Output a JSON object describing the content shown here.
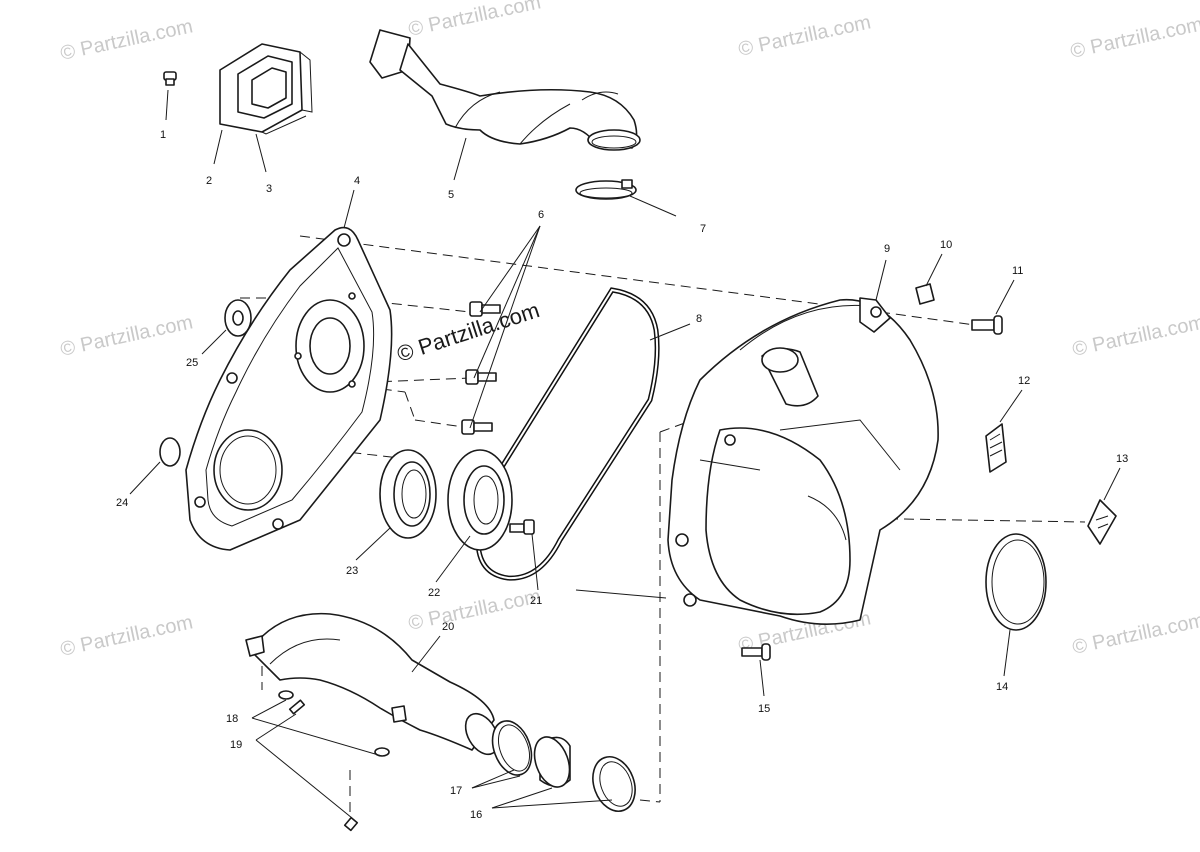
{
  "watermark": "© Partzilla.com",
  "watermark_center": "© Partzilla.com",
  "callouts": [
    "1",
    "2",
    "3",
    "4",
    "5",
    "6",
    "7",
    "8",
    "9",
    "10",
    "11",
    "12",
    "13",
    "14",
    "15",
    "16",
    "17",
    "18",
    "19",
    "20",
    "21",
    "22",
    "23",
    "24",
    "25"
  ]
}
